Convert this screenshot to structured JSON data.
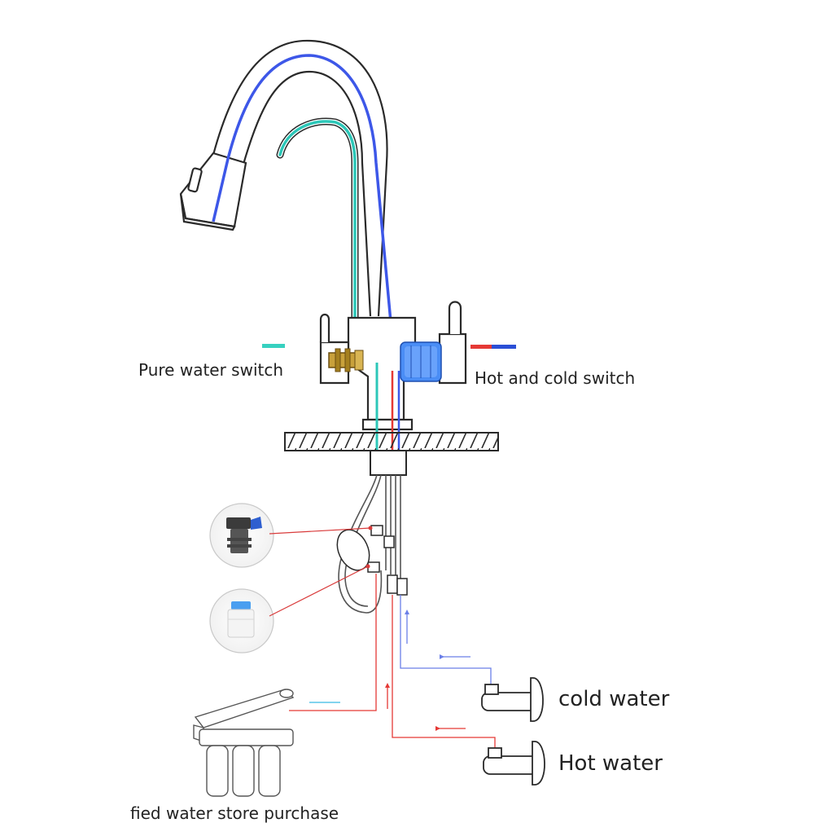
{
  "labels": {
    "pure_water_switch": "Pure water switch",
    "hot_and_cold_switch": "Hot and cold switch",
    "cold_water": "cold water",
    "hot_water": "Hot water",
    "filter_caption": "fied water store purchase"
  },
  "colors": {
    "outline": "#2a2a2a",
    "cold_line": "#3d57e8",
    "pure_line": "#2cc7b8",
    "hot_line": "#e53935",
    "pure_marker": "#37d1c0",
    "hot_marker": "#e53935",
    "cold_marker": "#2b4fd6",
    "brass": "#b8860b",
    "switch_blue": "#3f86ff"
  },
  "icons": {
    "pure_switch_cartridge": "brass-valve-icon",
    "hotcold_switch_cartridge": "blue-ceramic-cartridge-icon",
    "diverter_valve": "quick-connector-icon",
    "pipe_fitting": "push-fit-fitting-icon",
    "filter_unit": "three-stage-filter-icon",
    "angle_valve": "angle-stop-valve-icon"
  }
}
